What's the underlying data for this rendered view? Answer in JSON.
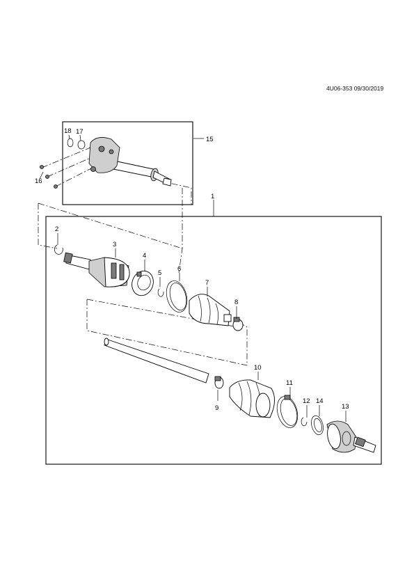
{
  "document_id": "4U06-353 09/30/2019",
  "callouts": {
    "c1": "1",
    "c2": "2",
    "c3": "3",
    "c4": "4",
    "c5": "5",
    "c6": "6",
    "c7": "7",
    "c8": "8",
    "c9": "9",
    "c10": "10",
    "c11": "11",
    "c12": "12",
    "c13": "13",
    "c14": "14",
    "c15": "15",
    "c16": "16",
    "c17": "17",
    "c18": "18"
  }
}
